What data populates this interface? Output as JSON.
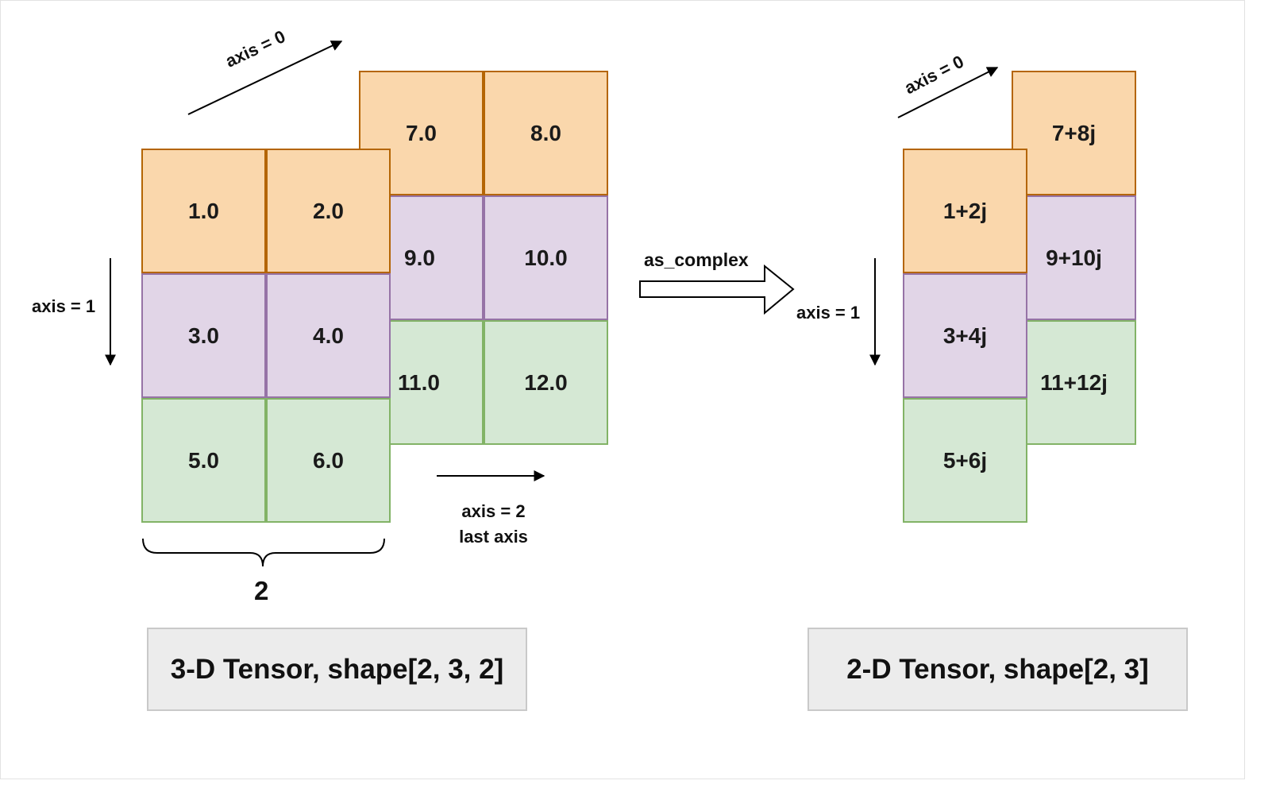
{
  "left_tensor": {
    "back_slice": [
      "7.0",
      "8.0",
      "9.0",
      "10.0",
      "11.0",
      "12.0"
    ],
    "front_slice": [
      "1.0",
      "2.0",
      "3.0",
      "4.0",
      "5.0",
      "6.0"
    ],
    "axis0_label": "axis = 0",
    "axis1_label": "axis = 1",
    "axis2_label_line1": "axis = 2",
    "axis2_label_line2": "last axis",
    "brace_label": "2",
    "caption": "3-D Tensor, shape[2, 3, 2]"
  },
  "operation": {
    "label": "as_complex"
  },
  "right_tensor": {
    "back_column": [
      "7+8j",
      "9+10j",
      "11+12j"
    ],
    "front_column": [
      "1+2j",
      "3+4j",
      "5+6j"
    ],
    "axis0_label": "axis = 0",
    "axis1_label": "axis = 1",
    "caption": "2-D Tensor, shape[2, 3]"
  },
  "colors": {
    "row1_fill": "#fad7ac",
    "row1_stroke": "#b46504",
    "row2_fill": "#e1d5e7",
    "row2_stroke": "#9673a6",
    "row3_fill": "#d5e8d4",
    "row3_stroke": "#82b366",
    "caption_fill": "#ececec",
    "caption_stroke": "#c9c9c9"
  }
}
